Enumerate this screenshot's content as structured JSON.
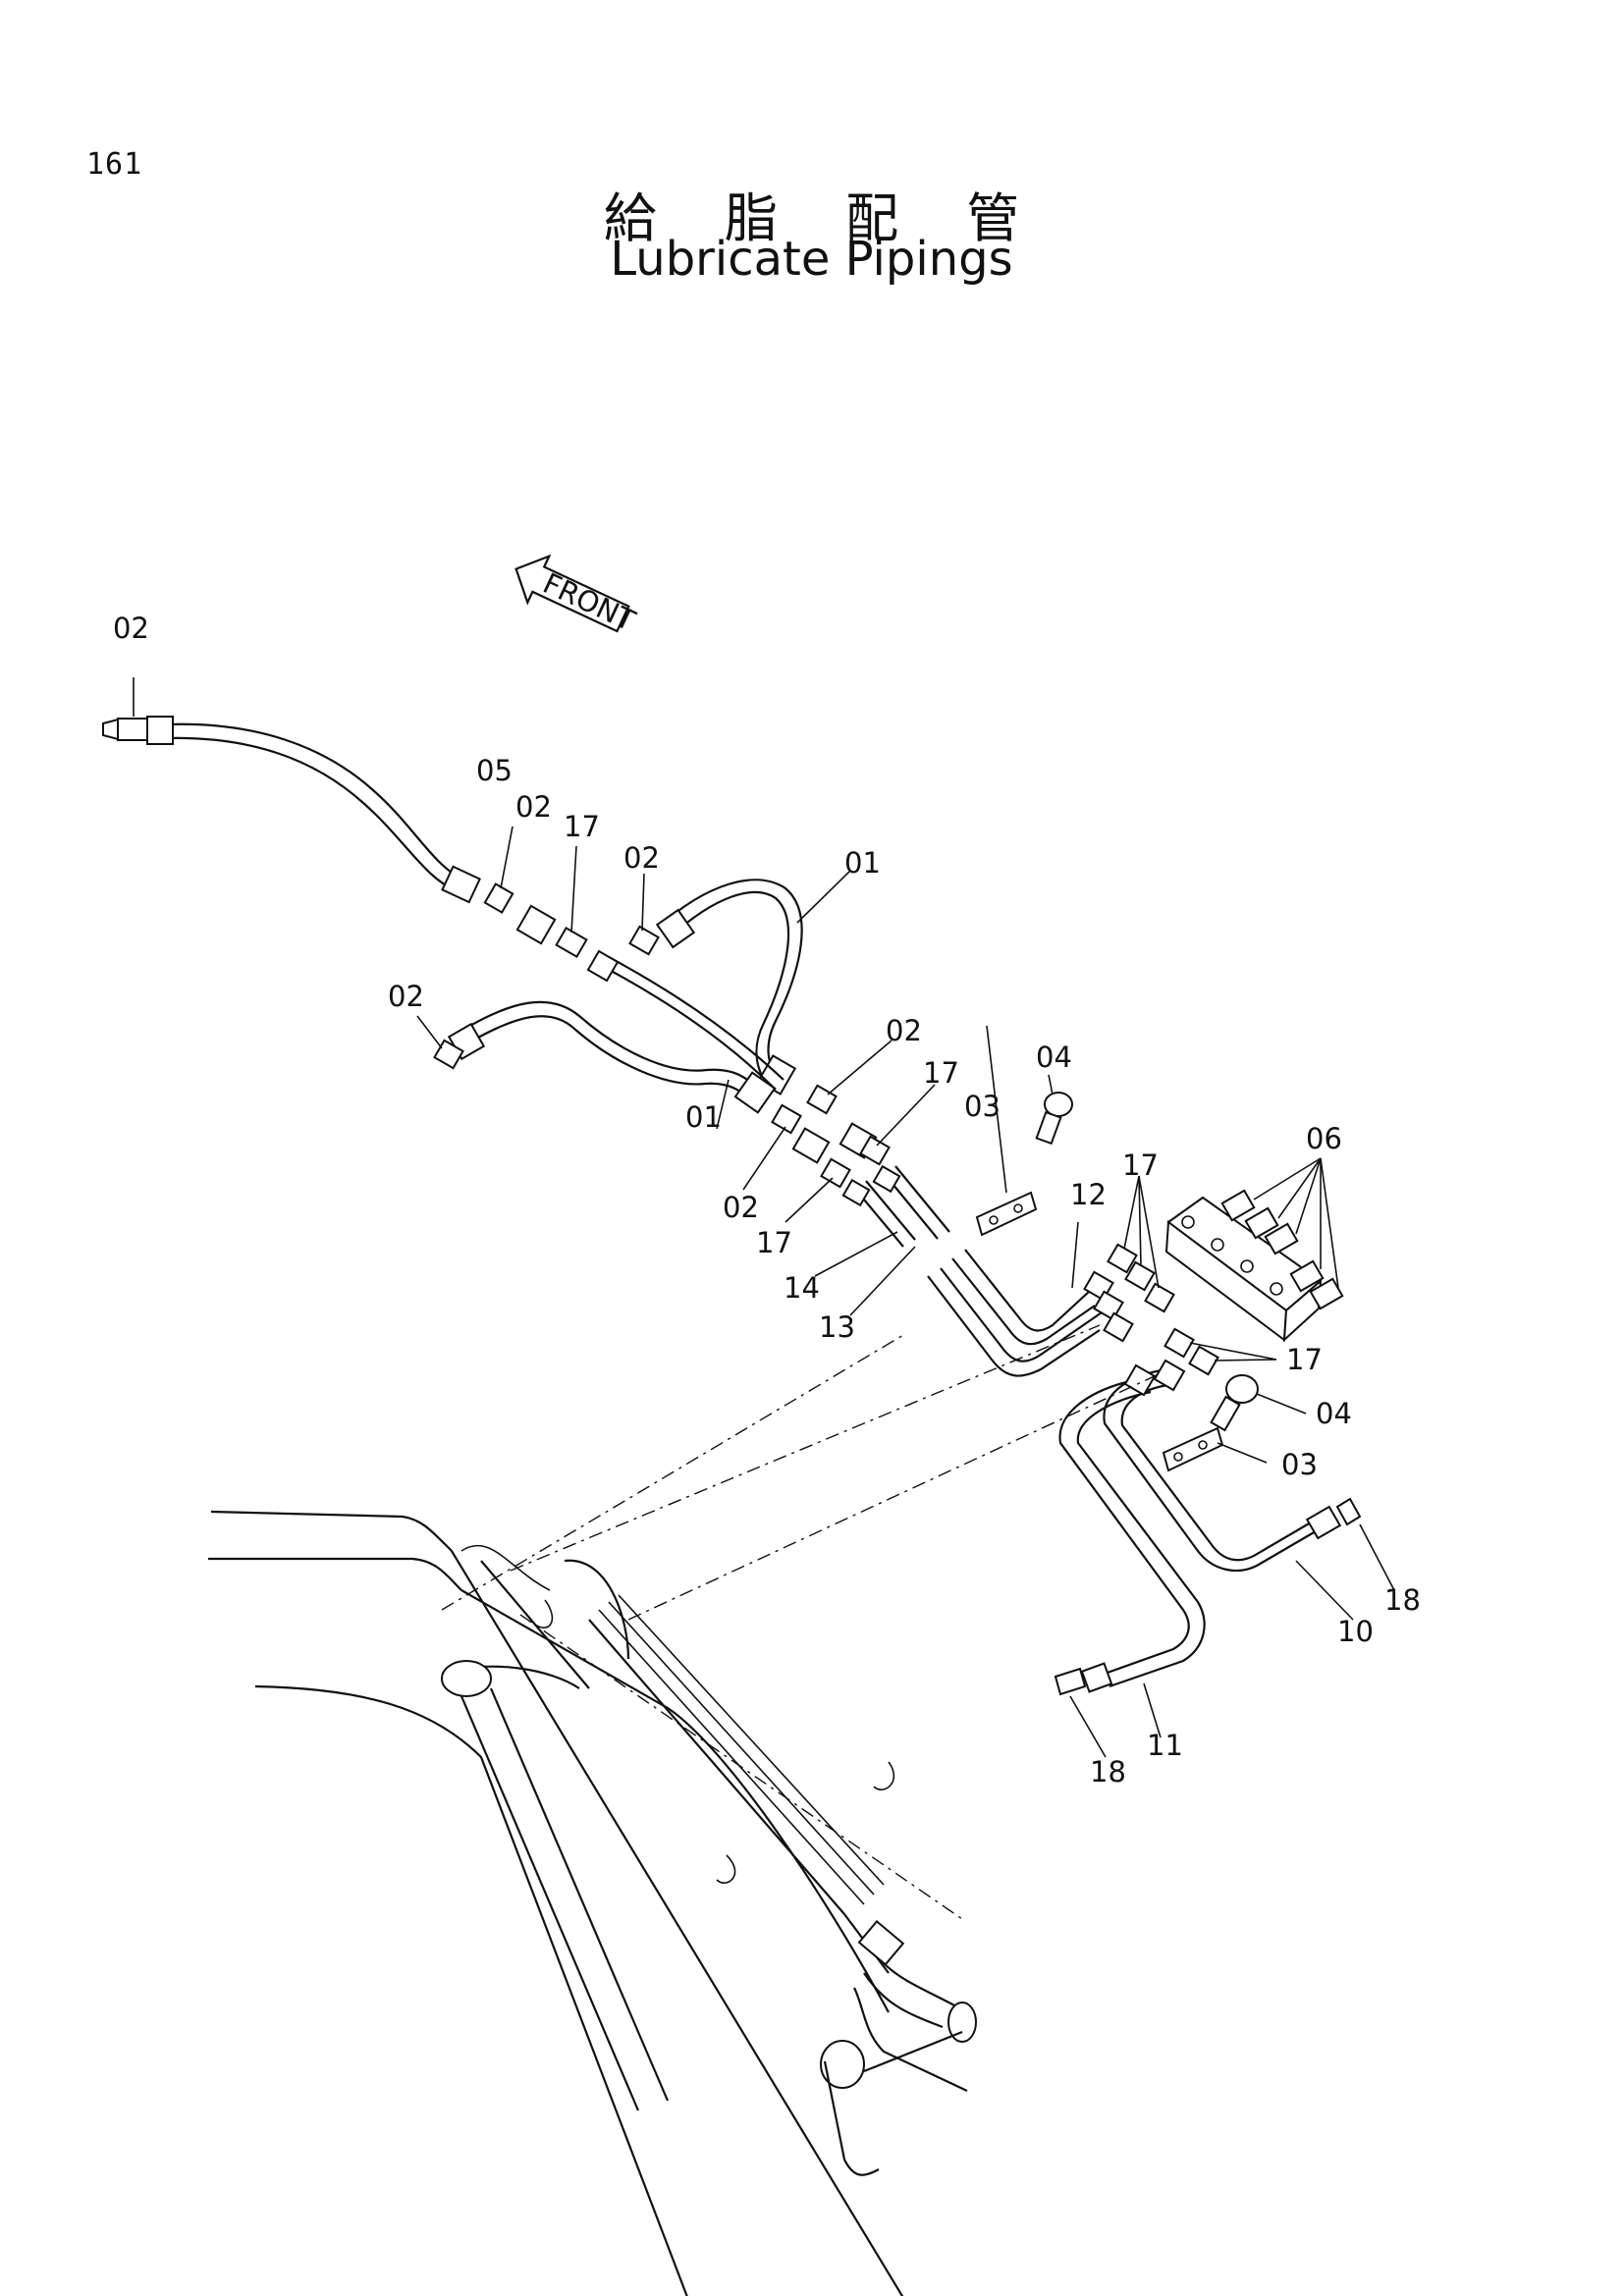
{
  "page": {
    "number": "161",
    "title_jp": "給 脂 配 管",
    "title_en": "Lubricate Pipings"
  },
  "diagram": {
    "front_arrow": "FRONT",
    "callouts": {
      "c02_top": "02",
      "c05": "05",
      "c02_a": "02",
      "c17_a": "17",
      "c02_b": "02",
      "c01_top": "01",
      "c02_left": "02",
      "c01_mid": "01",
      "c02_c": "02",
      "c17_b": "17",
      "c04_top": "04",
      "c03_top": "03",
      "c02_d": "02",
      "c17_c": "17",
      "c14": "14",
      "c13": "13",
      "c12": "12",
      "c17_d": "17",
      "c06": "06",
      "c17_e": "17",
      "c04_bot": "04",
      "c03_bot": "03",
      "c18_right": "18",
      "c10": "10",
      "c11": "11",
      "c18_left": "18"
    }
  }
}
